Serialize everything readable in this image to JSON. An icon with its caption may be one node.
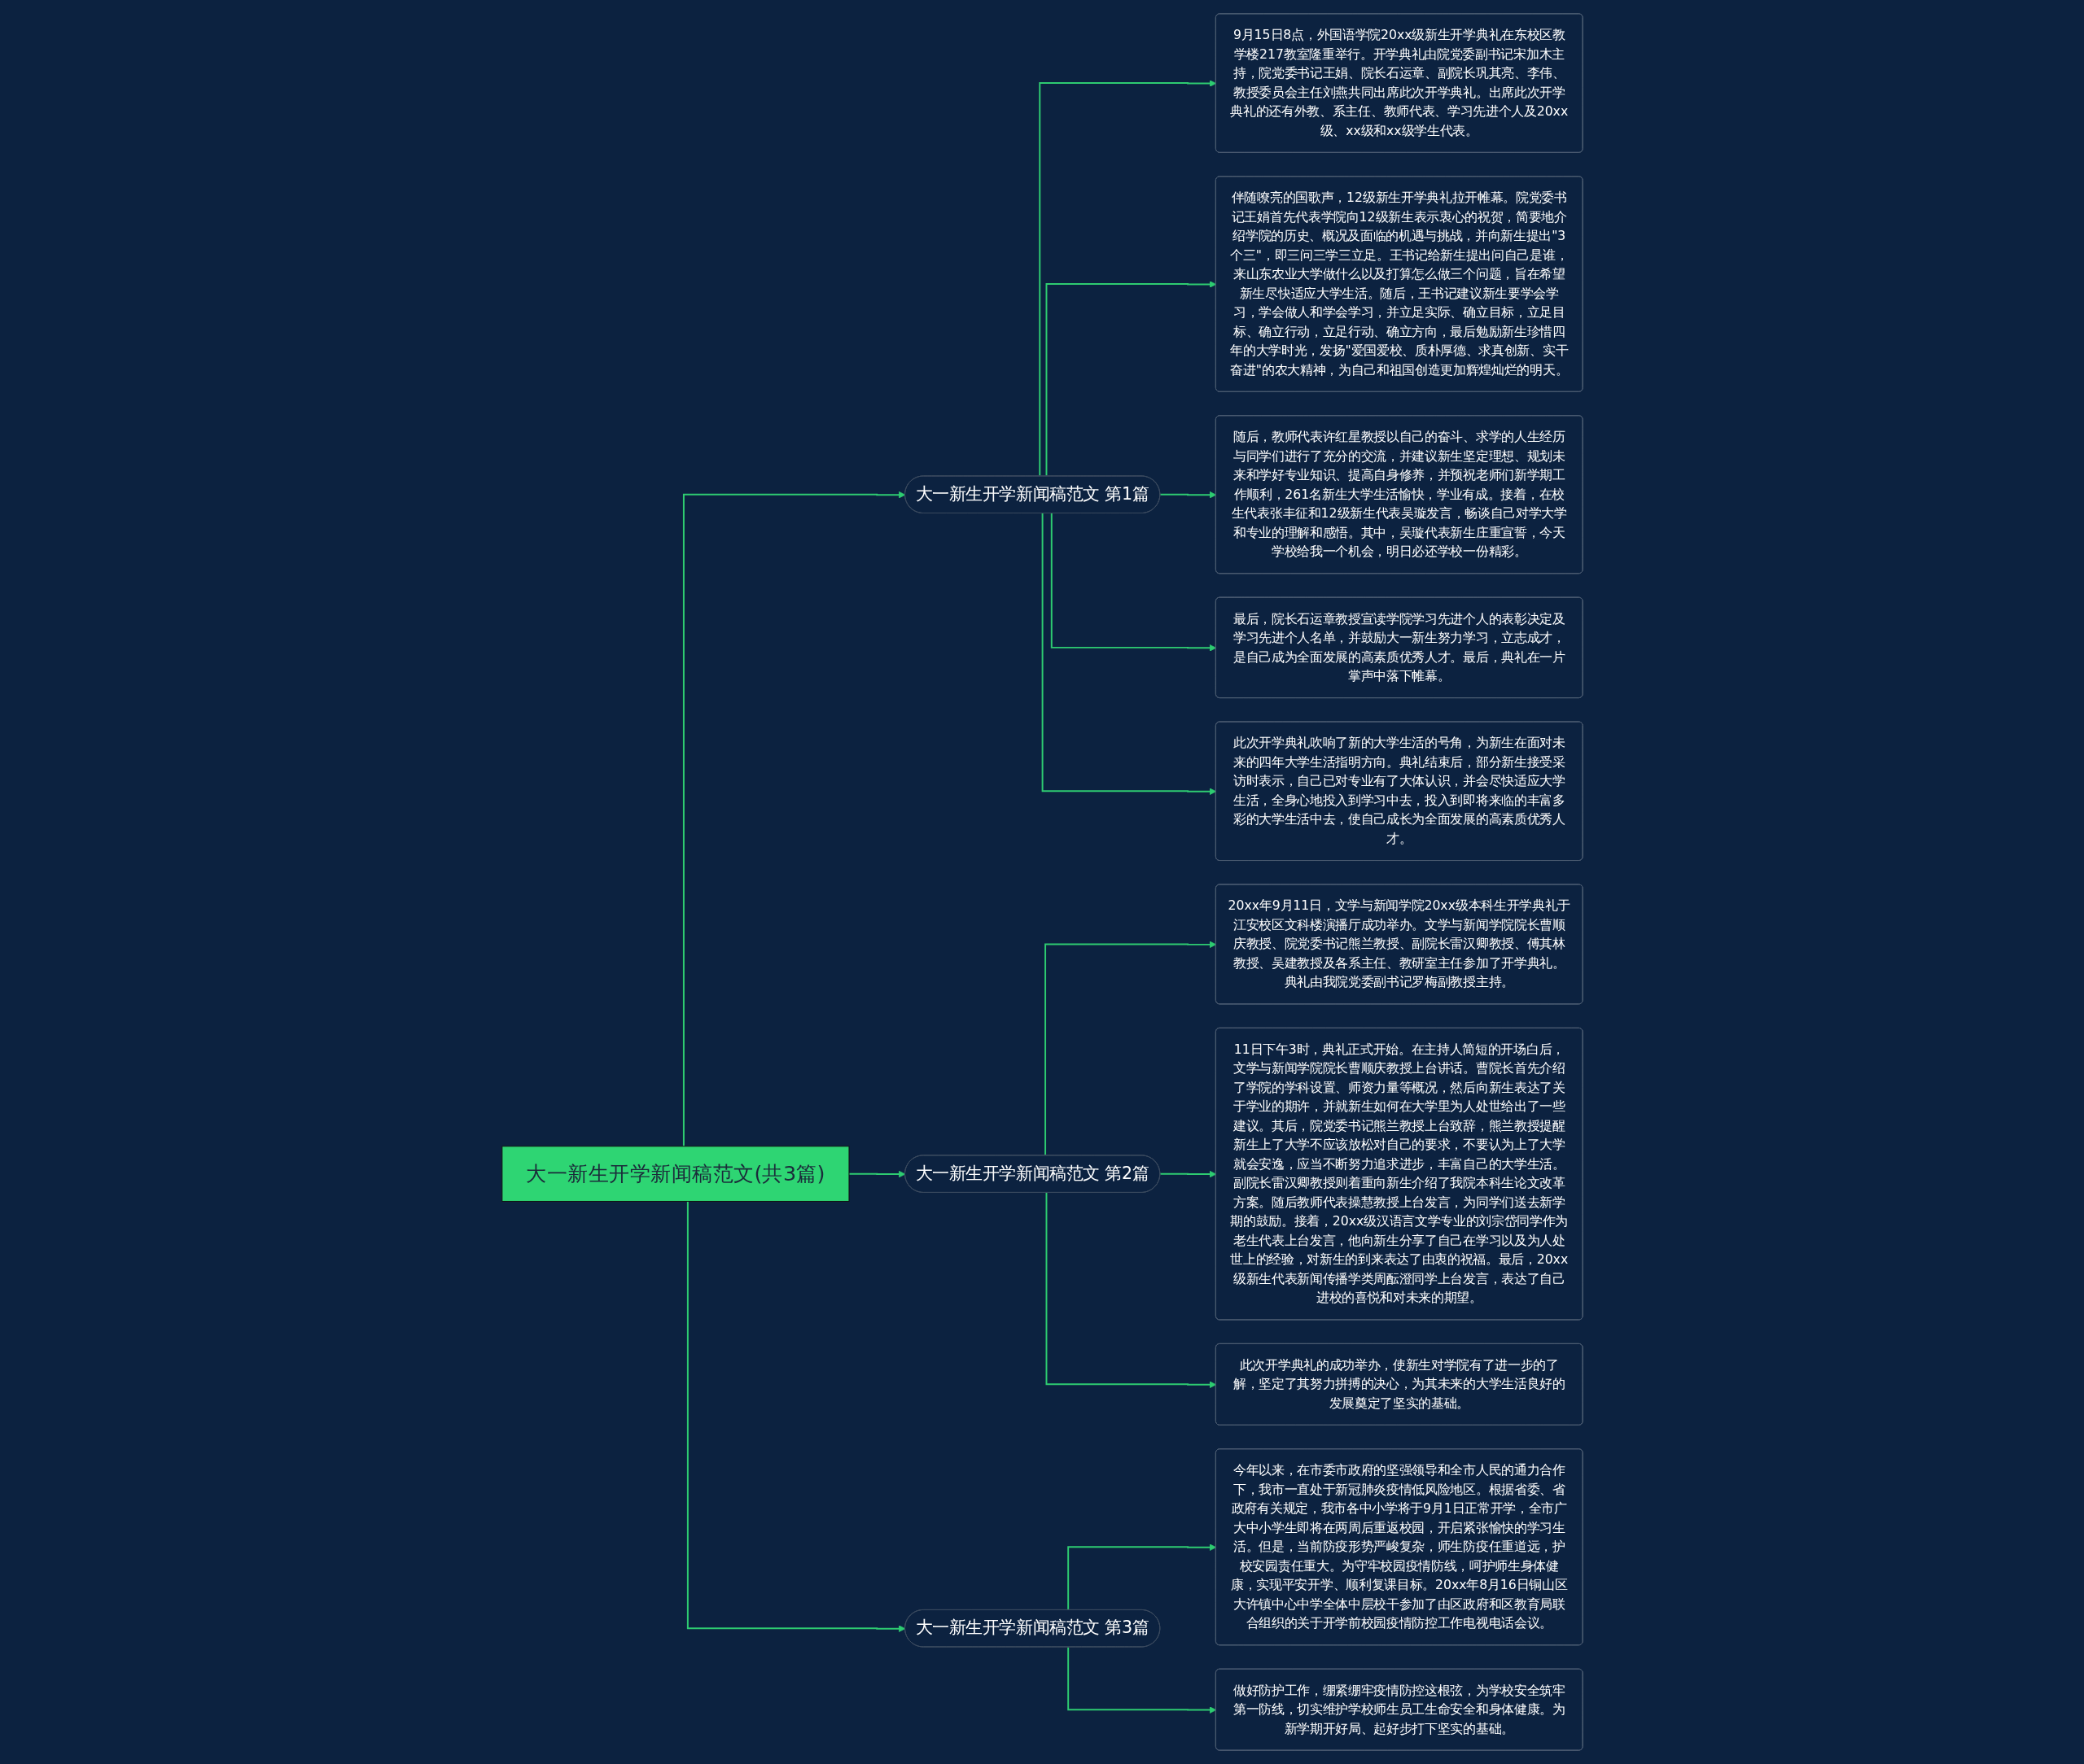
{
  "diagram": {
    "nodes": [
      {
        "text": [
          "大一新生开学新闻稿范文(共3篇)"
        ]
      },
      {
        "text": [
          "大一新生开学新闻稿范文 第1篇"
        ]
      },
      {
        "text": [
          "9月15日8点，外国语学院20xx级新生开学典礼在东校区教学楼217教室隆重举行。开学典礼由院党委副书记宋加木主持，院党委书记王娟、院长石运章、副院长巩其亮、李伟、教授委员会主任刘燕共同出席此次开学典礼。出席此次开学典礼的还有外教、系主任、教师代表、学习先进个人及20xx级、xx级和xx级学生代表。"
        ]
      },
      {
        "text": [
          "伴随嘹亮的国歌声，12级新生开学典礼拉开帷幕。院党委书记王娟首先代表学院向12级新生表示衷心的祝贺，简要地介绍学院的历史、概况及面临的机遇与挑战，并向新生提出\"3个三\"，即三问三学三立足。王书记给新生提出问自己是谁，来山东农业大学做什么以及打算怎么做三个问题，旨在希望新生尽快适应大学生活。随后，王书记建议新生要学会学习，学会做人和学会学习，并立足实际、确立目标，立足目标、确立行动，立足行动、确立方向，最后勉励新生珍惜四年的大学时光，发扬\"爱国爱校、质朴厚德、求真创新、实干奋进\"的农大精神，为自己和祖国创造更加辉煌灿烂的明天。"
        ]
      },
      {
        "text": [
          "随后，教师代表许红星教授以自己的奋斗、求学的人生经历与同学们进行了充分的交流，并建议新生坚定理想、规划未来和学好专业知识、提高自身修养，并预祝老师们新学期工作顺利，261名新生大学生活愉快，学业有成。接着，在校生代表张丰征和12级新生代表吴璇发言，畅谈自己对学大学和专业的理解和感悟。其中，吴璇代表新生庄重宣誓，今天学校给我一个机会，明日必还学校一份精彩。"
        ]
      },
      {
        "text": [
          "最后，院长石运章教授宣读学院学习先进个人的表彰决定及学习先进个人名单，并鼓励大一新生努力学习，立志成才，是自己成为全面发展的高素质优秀人才。最后，典礼在一片掌声中落下帷幕。"
        ]
      },
      {
        "text": [
          "此次开学典礼吹响了新的大学生活的号角，为新生在面对未来的四年大学生活指明方向。典礼结束后，部分新生接受采访时表示，自己已对专业有了大体认识，并会尽快适应大学生活，全身心地投入到学习中去，投入到即将来临的丰富多彩的大学生活中去，使自己成长为全面发展的高素质优秀人才。"
        ]
      },
      {
        "text": [
          "大一新生开学新闻稿范文 第2篇"
        ]
      },
      {
        "text": [
          "20xx年9月11日，文学与新闻学院20xx级本科生开学典礼于江安校区文科楼演播厅成功举办。文学与新闻学院院长曹顺庆教授、院党委书记熊兰教授、副院长雷汉卿教授、傅其林教授、吴建教授及各系主任、教研室主任参加了开学典礼。典礼由我院党委副书记罗梅副教授主持。"
        ]
      },
      {
        "text": [
          "11日下午3时，典礼正式开始。在主持人简短的开场白后，文学与新闻学院院长曹顺庆教授上台讲话。曹院长首先介绍了学院的学科设置、师资力量等概况，然后向新生表达了关于学业的期许，并就新生如何在大学里为人处世给出了一些建议。其后，院党委书记熊兰教授上台致辞，熊兰教授提醒新生上了大学不应该放松对自己的要求，不要认为上了大学就会安逸，应当不断努力追求进步，丰富自己的大学生活。副院长雷汉卿教授则着重向新生介绍了我院本科生论文改革方案。随后教师代表操慧教授上台发言，为同学们送去新学期的鼓励。接着，20xx级汉语言文学专业的刘宗岱同学作为老生代表上台发言，他向新生分享了自己在学习以及为人处世上的经验，对新生的到来表达了由衷的祝福。最后，20xx级新生代表新闻传播学类周酝澄同学上台发言，表达了自己进校的喜悦和对未来的期望。"
        ]
      },
      {
        "text": [
          "此次开学典礼的成功举办，使新生对学院有了进一步的了解，坚定了其努力拼搏的决心，为其未来的大学生活良好的发展奠定了坚实的基础。"
        ]
      },
      {
        "text": [
          "大一新生开学新闻稿范文 第3篇"
        ]
      },
      {
        "text": [
          "今年以来，在市委市政府的坚强领导和全市人民的通力合作下，我市一直处于新冠肺炎疫情低风险地区。根据省委、省政府有关规定，我市各中小学将于9月1日正常开学，全市广大中小学生即将在两周后重返校园，开启紧张愉快的学习生活。但是，当前防疫形势严峻复杂，师生防疫任重道远，护校安园责任重大。为守牢校园疫情防线，呵护师生身体健康，实现平安开学、顺利复课目标。20xx年8月16日铜山区大许镇中心中学全体中层校干参加了由区政府和区教育局联合组织的关于开学前校园疫情防控工作电视电话会议。"
        ]
      },
      {
        "text": [
          "做好防护工作，绷紧绷牢疫情防控这根弦，为学校安全筑牢第一防线，切实维护学校师生员工生命安全和身体健康。为新学期开好局、起好步打下坚实的基础。"
        ]
      }
    ],
    "edges": [
      {
        "from": 0,
        "to": 1,
        "arrow": "to"
      },
      {
        "from": 1,
        "to": 2,
        "arrow": "to"
      },
      {
        "from": 1,
        "to": 3,
        "arrow": "to"
      },
      {
        "from": 1,
        "to": 4,
        "arrow": "to"
      },
      {
        "from": 1,
        "to": 5,
        "arrow": "to"
      },
      {
        "from": 1,
        "to": 6,
        "arrow": "to"
      },
      {
        "from": 0,
        "to": 7,
        "arrow": "to"
      },
      {
        "from": 7,
        "to": 8,
        "arrow": "to"
      },
      {
        "from": 7,
        "to": 9,
        "arrow": "to"
      },
      {
        "from": 7,
        "to": 10,
        "arrow": "to"
      },
      {
        "from": 0,
        "to": 11,
        "arrow": "to"
      },
      {
        "from": 11,
        "to": 12,
        "arrow": "to"
      },
      {
        "from": 11,
        "to": 13,
        "arrow": "to"
      }
    ]
  }
}
